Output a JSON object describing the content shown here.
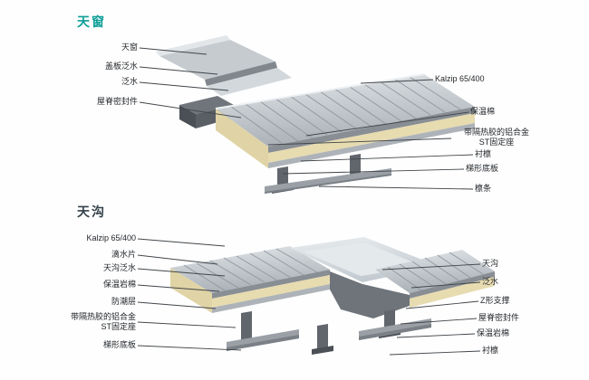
{
  "accent": {
    "skylight_title_color": "#0d9e96",
    "gutter_title_color": "#33414b",
    "panel_gray": "#c3c9ce",
    "insulation_cream": "#e7dbb0",
    "dark_metal": "#5a5f65"
  },
  "sections": {
    "skylight": {
      "title": "天窗",
      "labels_left": [
        "天窗",
        "盖板泛水",
        "泛水",
        "屋脊密封件"
      ],
      "labels_right": [
        "Kalzip 65/400",
        "保温棉",
        "带隔热胶的铝合金\nST固定座",
        "衬檩",
        "梯形底板",
        "檩条"
      ]
    },
    "gutter": {
      "title": "天沟",
      "labels_left": [
        "Kalzip 65/400",
        "滴水片",
        "天沟泛水",
        "保温岩棉",
        "防潮层",
        "带隔热胶的铝合金\nST固定座",
        "梯形底板"
      ],
      "labels_right": [
        "天沟",
        "泛水",
        "Z形支撑",
        "屋脊密封件",
        "保温岩棉",
        "衬檩"
      ]
    }
  }
}
